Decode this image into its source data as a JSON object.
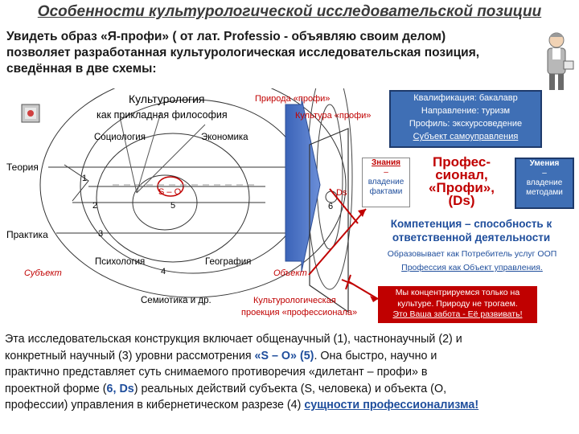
{
  "title": "Особенности культурологической исследовательской позиции",
  "intro": {
    "line1": "Увидеть образ «Я-профи» ( от лат. Professio - объявляю своим делом)",
    "line2": "позволяет разработанная культурологическая исследовательская позиция,",
    "line3": "сведённая  в две схемы:"
  },
  "diagram": {
    "culturology": "Культурология",
    "applied_philosophy": "как прикладная философия",
    "nature_profi": "Природа «профи»",
    "culture_profi": "Культура «профи»",
    "sociology": "Социология",
    "economics": "Экономика",
    "theory": "Теория",
    "practice": "Практика",
    "subject": "Субъект",
    "object": "Объект",
    "psychology": "Психология",
    "geography": "География",
    "semiotics": "Семиотика  и др.",
    "cultural_projection_1": "Культурологическая",
    "cultural_projection_2": "проекция «профессионала»",
    "n1": "1",
    "n2": "2",
    "n3": "3",
    "n4": "4",
    "n5": "5",
    "n6": "6",
    "s_o": "S – O",
    "ds": "Ds"
  },
  "qualification": {
    "line1": "Квалификация: бакалавр",
    "line2": "Направление: туризм",
    "line3": "Профиль: экскурсоведение",
    "line4": "Субъект самоуправления"
  },
  "knowledge": {
    "title": "Знания",
    "dash": "–",
    "line1": "владение",
    "line2": "фактами"
  },
  "professional": {
    "line1": "Профес-",
    "line2": "сионал,",
    "line3": "«Профи»,",
    "line4": "(Ds)"
  },
  "skills": {
    "title": "Умения",
    "dash": "–",
    "line1": "владение",
    "line2": "методами"
  },
  "competence": {
    "line1": "Компетенция – способность к",
    "line2": "ответственной деятельности"
  },
  "education": {
    "line1": "Образовывает как Потребитель услуг ООП",
    "line2": "Профессия как Объект управления."
  },
  "focus": {
    "line1": "Мы концентрируемся только на",
    "line2": "культуре. Природу не трогаем.",
    "line3": "Это Ваша забота - Её развивать!"
  },
  "footer": {
    "p1": "Эта исследовательская конструкция включает общенаучный (1), частнонаучный (2) и",
    "p2": "конкретный научный (3) уровни рассмотрения ",
    "p2b": "«S – O» (5)",
    "p2c": ". Она быстро, научно и",
    "p3": "практично представляет суть снимаемого противоречия «дилетант – профи» в",
    "p4a": "проектной форме (",
    "p4b": "6, Ds",
    "p4c": ") реальных действий субъекта (S, человека) и объекта (О,",
    "p5a": "профессии) управления в кибернетическом разрезе (4) ",
    "p5b": "сущности профессионализма!"
  },
  "colors": {
    "blue_box": "#3f6fb5",
    "red_box": "#c00000",
    "text_blue": "#1f4e9c",
    "arrow_blue": "#4a72c4"
  }
}
